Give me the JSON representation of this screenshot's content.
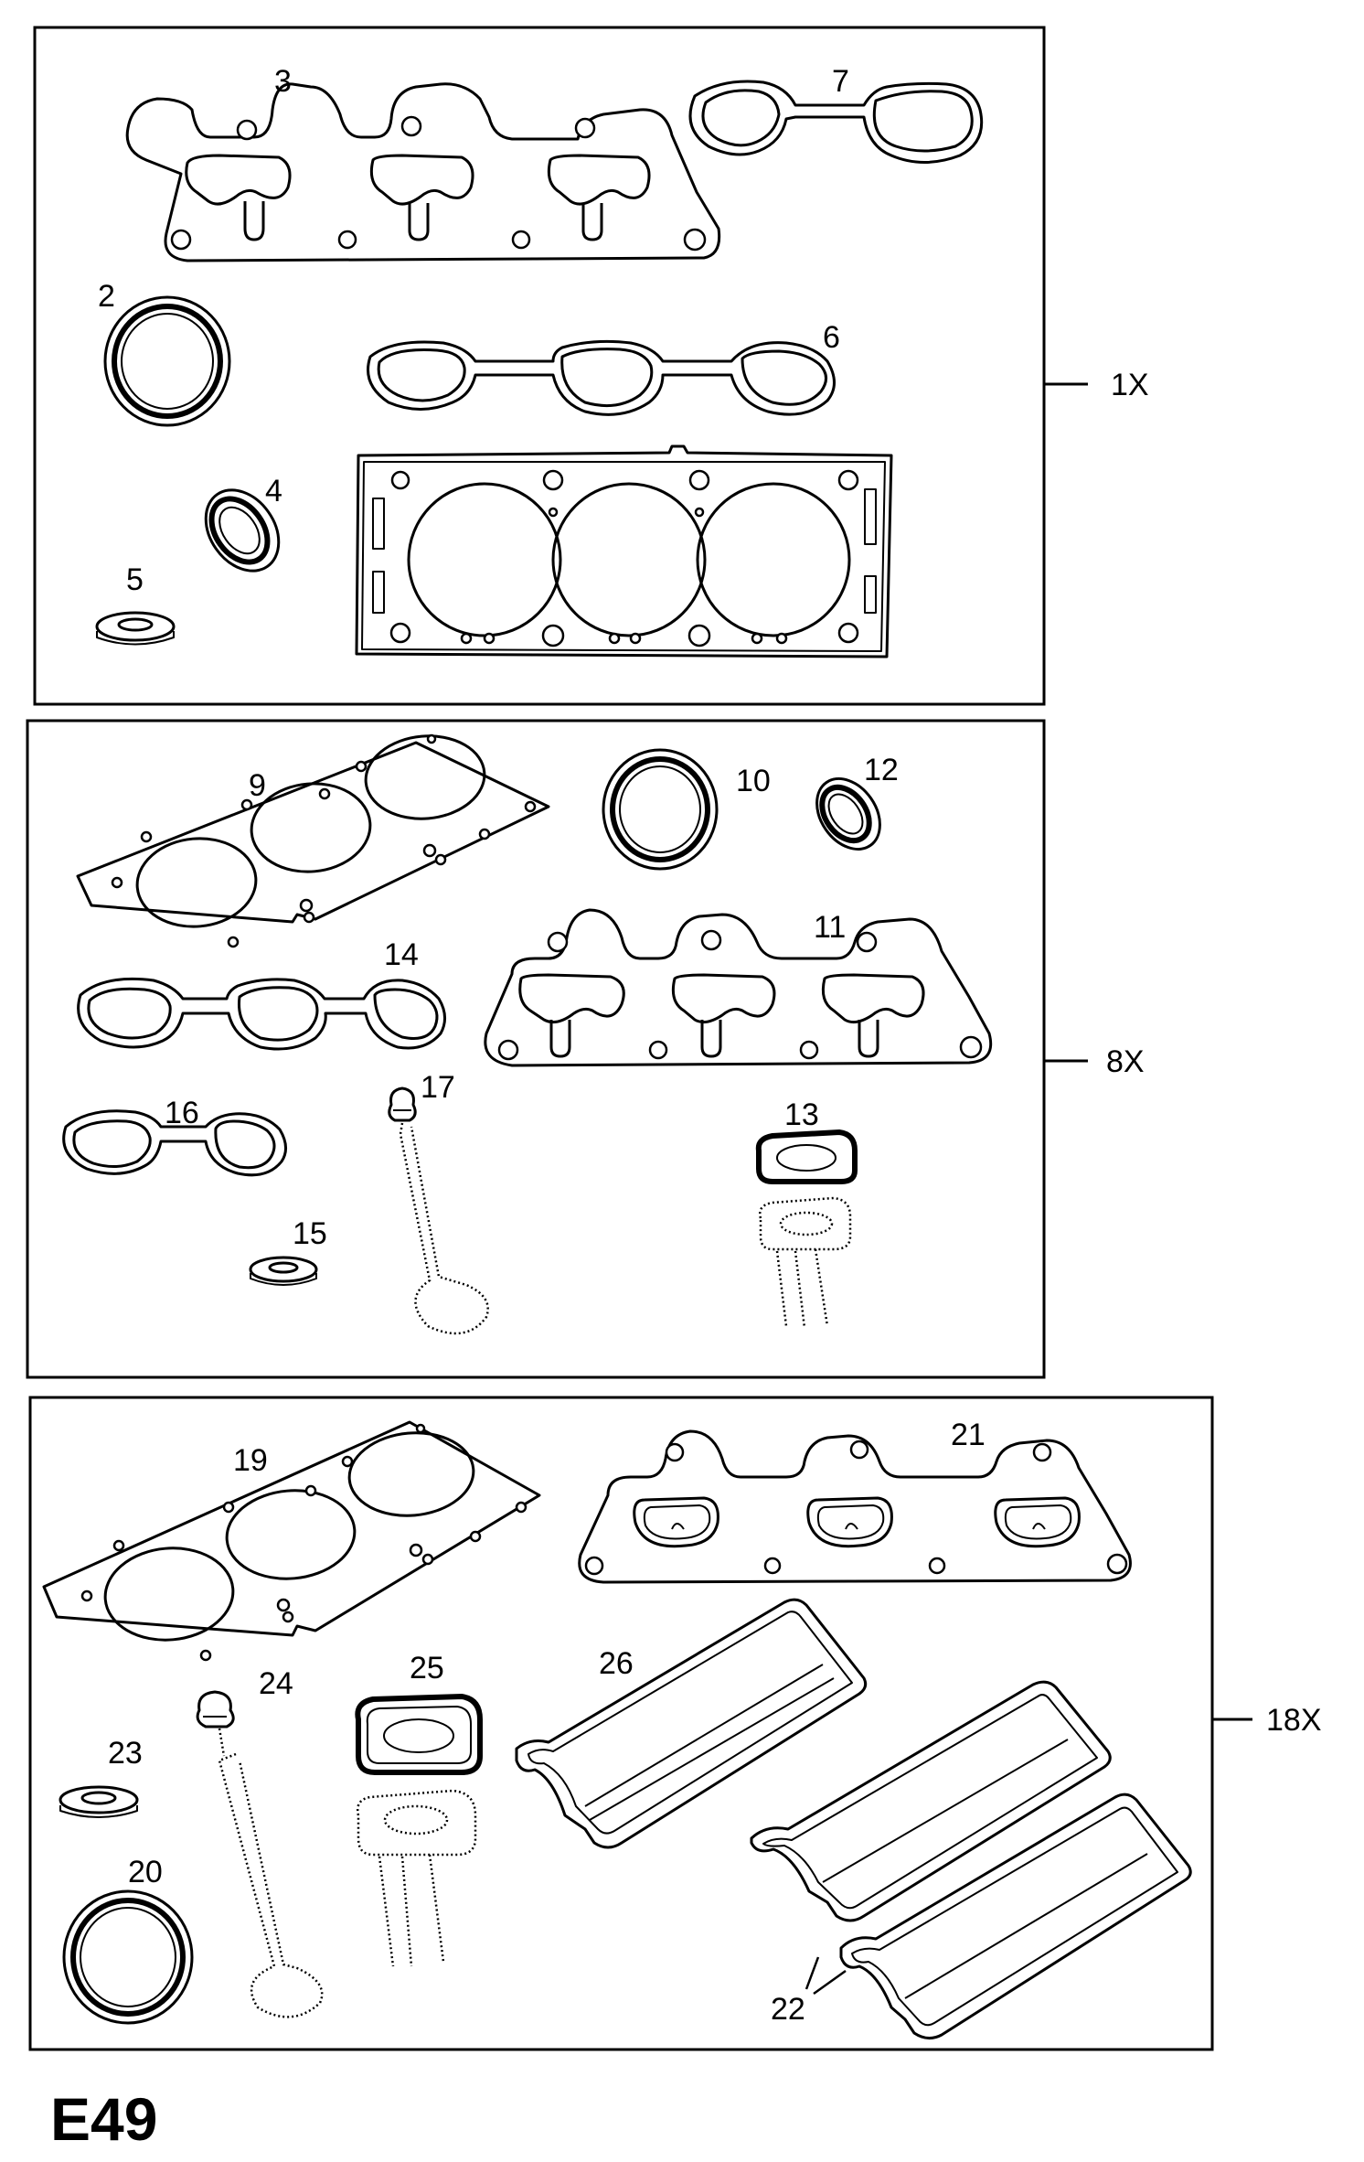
{
  "page_code": "E49",
  "groups": [
    {
      "quantity": "1X",
      "callouts": [
        "3",
        "7",
        "2",
        "6",
        "4",
        "5"
      ]
    },
    {
      "quantity": "8X",
      "callouts": [
        "9",
        "10",
        "12",
        "11",
        "14",
        "16",
        "15",
        "17",
        "13"
      ]
    },
    {
      "quantity": "18X",
      "callouts": [
        "19",
        "21",
        "26",
        "25",
        "24",
        "23",
        "20",
        "22"
      ]
    }
  ]
}
